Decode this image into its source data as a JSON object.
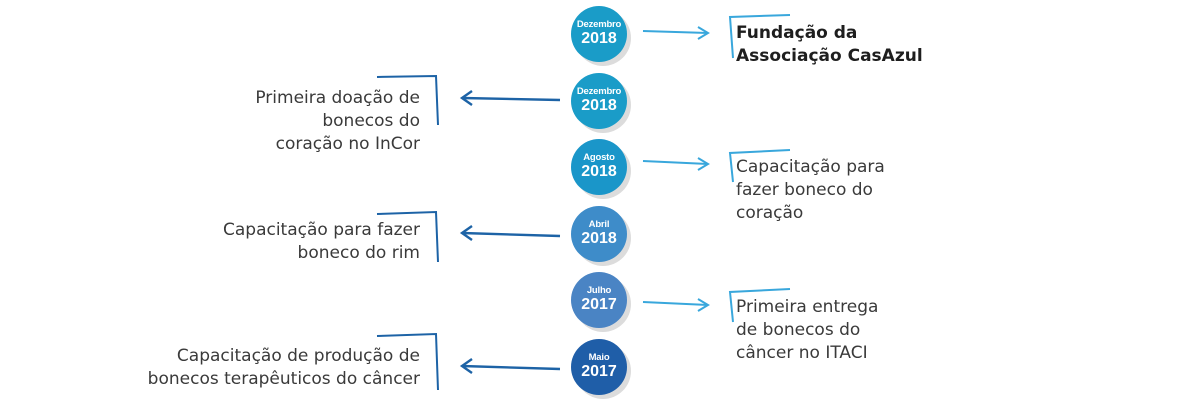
{
  "colors": {
    "node_dezembro": "#1a9cc8",
    "node_agosto": "#1a96c9",
    "node_abril": "#3e8cc9",
    "node_julho": "#4a84c4",
    "node_maio": "#1f5ea8",
    "arrow_right": "#39a7dc",
    "arrow_left": "#1d63a6"
  },
  "timeline": [
    {
      "month": "Dezembro",
      "year": "2018",
      "side": "right",
      "event": "Fundação da\nAssociação CasAzul",
      "bold": true
    },
    {
      "month": "Dezembro",
      "year": "2018",
      "side": "left",
      "event": "Primeira doação de\nbonecos do\ncoração no InCor",
      "bold": false
    },
    {
      "month": "Agosto",
      "year": "2018",
      "side": "right",
      "event": "Capacitação para\nfazer boneco do\ncoração",
      "bold": false
    },
    {
      "month": "Abril",
      "year": "2018",
      "side": "left",
      "event": "Capacitação para fazer\nboneco do rim",
      "bold": false
    },
    {
      "month": "Julho",
      "year": "2017",
      "side": "right",
      "event": "Primeira entrega\nde bonecos do\ncâncer no ITACI",
      "bold": false
    },
    {
      "month": "Maio",
      "year": "2017",
      "side": "left",
      "event": "Capacitação de produção de\nbonecos terapêuticos do câncer",
      "bold": false
    }
  ]
}
